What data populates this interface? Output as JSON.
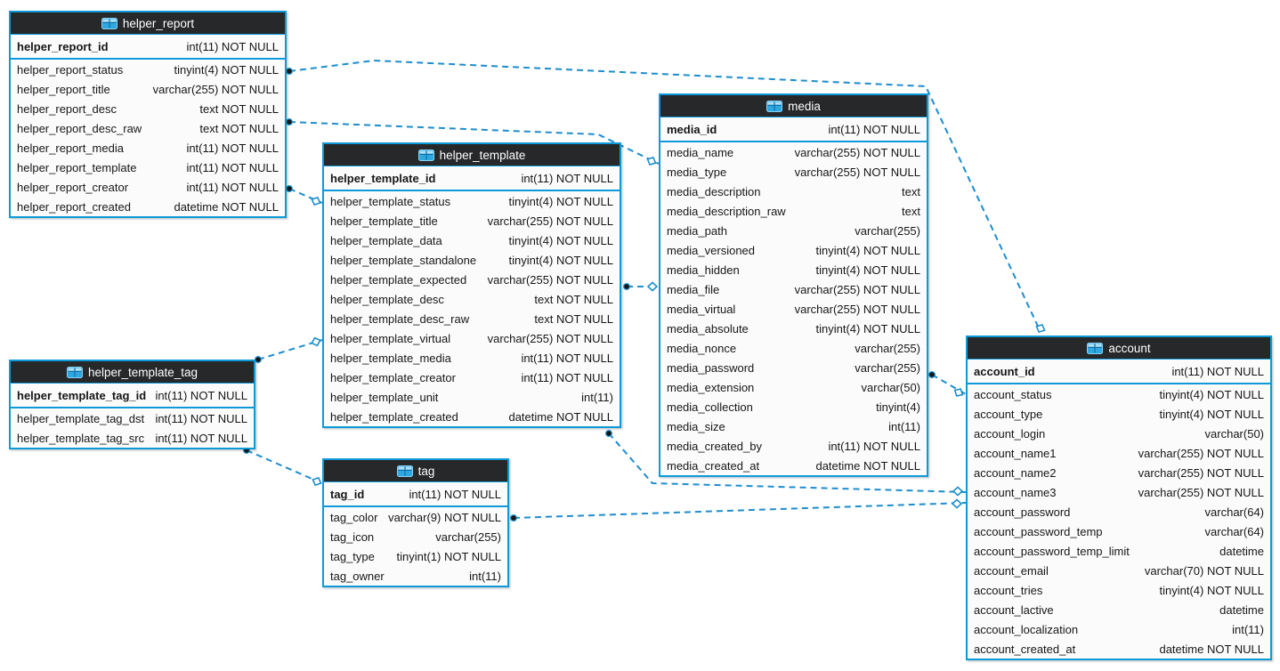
{
  "diagram": {
    "kind": "database-eer-diagram",
    "colors": {
      "table_border": "#0e9ad8",
      "header_bg": "#26282a",
      "header_text": "#ffffff",
      "row_bg": "#fbfbfb",
      "row_text": "#161616",
      "relationship_line": "#1d8dcd"
    }
  },
  "tables": [
    {
      "title": "helper_report",
      "icon": "table-icon",
      "pk": {
        "name": "helper_report_id",
        "type": "int(11) NOT NULL"
      },
      "columns": [
        {
          "name": "helper_report_status",
          "type": "tinyint(4) NOT NULL"
        },
        {
          "name": "helper_report_title",
          "type": "varchar(255) NOT NULL"
        },
        {
          "name": "helper_report_desc",
          "type": "text NOT NULL"
        },
        {
          "name": "helper_report_desc_raw",
          "type": "text NOT NULL"
        },
        {
          "name": "helper_report_media",
          "type": "int(11) NOT NULL"
        },
        {
          "name": "helper_report_template",
          "type": "int(11) NOT NULL"
        },
        {
          "name": "helper_report_creator",
          "type": "int(11) NOT NULL"
        },
        {
          "name": "helper_report_created",
          "type": "datetime NOT NULL"
        }
      ]
    },
    {
      "title": "helper_template",
      "icon": "table-icon",
      "pk": {
        "name": "helper_template_id",
        "type": "int(11) NOT NULL"
      },
      "columns": [
        {
          "name": "helper_template_status",
          "type": "tinyint(4) NOT NULL"
        },
        {
          "name": "helper_template_title",
          "type": "varchar(255) NOT NULL"
        },
        {
          "name": "helper_template_data",
          "type": "tinyint(4) NOT NULL"
        },
        {
          "name": "helper_template_standalone",
          "type": "tinyint(4) NOT NULL"
        },
        {
          "name": "helper_template_expected",
          "type": "varchar(255) NOT NULL"
        },
        {
          "name": "helper_template_desc",
          "type": "text NOT NULL"
        },
        {
          "name": "helper_template_desc_raw",
          "type": "text NOT NULL"
        },
        {
          "name": "helper_template_virtual",
          "type": "varchar(255) NOT NULL"
        },
        {
          "name": "helper_template_media",
          "type": "int(11) NOT NULL"
        },
        {
          "name": "helper_template_creator",
          "type": "int(11) NOT NULL"
        },
        {
          "name": "helper_template_unit",
          "type": "int(11)"
        },
        {
          "name": "helper_template_created",
          "type": "datetime NOT NULL"
        }
      ]
    },
    {
      "title": "helper_template_tag",
      "icon": "table-icon",
      "pk": {
        "name": "helper_template_tag_id",
        "type": "int(11) NOT NULL"
      },
      "columns": [
        {
          "name": "helper_template_tag_dst",
          "type": "int(11) NOT NULL"
        },
        {
          "name": "helper_template_tag_src",
          "type": "int(11) NOT NULL"
        }
      ]
    },
    {
      "title": "media",
      "icon": "table-icon",
      "pk": {
        "name": "media_id",
        "type": "int(11) NOT NULL"
      },
      "columns": [
        {
          "name": "media_name",
          "type": "varchar(255) NOT NULL"
        },
        {
          "name": "media_type",
          "type": "varchar(255) NOT NULL"
        },
        {
          "name": "media_description",
          "type": "text"
        },
        {
          "name": "media_description_raw",
          "type": "text"
        },
        {
          "name": "media_path",
          "type": "varchar(255)"
        },
        {
          "name": "media_versioned",
          "type": "tinyint(4) NOT NULL"
        },
        {
          "name": "media_hidden",
          "type": "tinyint(4) NOT NULL"
        },
        {
          "name": "media_file",
          "type": "varchar(255) NOT NULL"
        },
        {
          "name": "media_virtual",
          "type": "varchar(255) NOT NULL"
        },
        {
          "name": "media_absolute",
          "type": "tinyint(4) NOT NULL"
        },
        {
          "name": "media_nonce",
          "type": "varchar(255)"
        },
        {
          "name": "media_password",
          "type": "varchar(255)"
        },
        {
          "name": "media_extension",
          "type": "varchar(50)"
        },
        {
          "name": "media_collection",
          "type": "tinyint(4)"
        },
        {
          "name": "media_size",
          "type": "int(11)"
        },
        {
          "name": "media_created_by",
          "type": "int(11) NOT NULL"
        },
        {
          "name": "media_created_at",
          "type": "datetime NOT NULL"
        }
      ]
    },
    {
      "title": "tag",
      "icon": "table-icon",
      "pk": {
        "name": "tag_id",
        "type": "int(11) NOT NULL"
      },
      "columns": [
        {
          "name": "tag_color",
          "type": "varchar(9) NOT NULL"
        },
        {
          "name": "tag_icon",
          "type": "varchar(255)"
        },
        {
          "name": "tag_type",
          "type": "tinyint(1) NOT NULL"
        },
        {
          "name": "tag_owner",
          "type": "int(11)"
        }
      ]
    },
    {
      "title": "account",
      "icon": "table-icon",
      "pk": {
        "name": "account_id",
        "type": "int(11) NOT NULL"
      },
      "columns": [
        {
          "name": "account_status",
          "type": "tinyint(4) NOT NULL"
        },
        {
          "name": "account_type",
          "type": "tinyint(4) NOT NULL"
        },
        {
          "name": "account_login",
          "type": "varchar(50)"
        },
        {
          "name": "account_name1",
          "type": "varchar(255) NOT NULL"
        },
        {
          "name": "account_name2",
          "type": "varchar(255) NOT NULL"
        },
        {
          "name": "account_name3",
          "type": "varchar(255) NOT NULL"
        },
        {
          "name": "account_password",
          "type": "varchar(64)"
        },
        {
          "name": "account_password_temp",
          "type": "varchar(64)"
        },
        {
          "name": "account_password_temp_limit",
          "type": "datetime"
        },
        {
          "name": "account_email",
          "type": "varchar(70) NOT NULL"
        },
        {
          "name": "account_tries",
          "type": "tinyint(4) NOT NULL"
        },
        {
          "name": "account_lactive",
          "type": "datetime"
        },
        {
          "name": "account_localization",
          "type": "int(11)"
        },
        {
          "name": "account_created_at",
          "type": "datetime NOT NULL"
        }
      ]
    }
  ],
  "relationships": [
    {
      "from": "helper_report",
      "to": "account"
    },
    {
      "from": "helper_report",
      "to": "media"
    },
    {
      "from": "helper_report",
      "to": "helper_template"
    },
    {
      "from": "helper_template",
      "to": "media"
    },
    {
      "from": "helper_template",
      "to": "account"
    },
    {
      "from": "helper_template_tag",
      "to": "helper_template"
    },
    {
      "from": "helper_template_tag",
      "to": "tag"
    },
    {
      "from": "tag",
      "to": "account"
    },
    {
      "from": "media",
      "to": "account"
    }
  ]
}
